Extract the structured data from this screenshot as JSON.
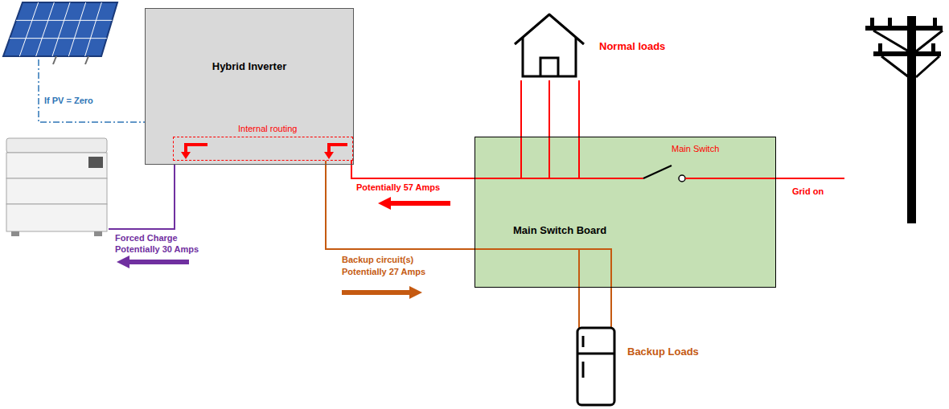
{
  "diagram": {
    "nodes": [
      {
        "text": [
          "Hybrid Inverter"
        ]
      },
      {
        "text": [
          "Internal routing"
        ],
        "in": 0
      },
      {
        "text": [
          "Main Switch Board"
        ]
      }
    ],
    "edges": [
      {
        "from": 1,
        "to": 2,
        "arrow": "none"
      },
      {
        "from": 1,
        "to": 2,
        "arrow": "none"
      }
    ],
    "labels": [
      "If PV = Zero",
      "Forced Charge",
      "Potentially 30 Amps",
      "Backup circuit(s)",
      "Potentially 27 Amps",
      "Potentially 57 Amps",
      "Normal loads",
      "Main Switch",
      "Grid on",
      "Backup Loads"
    ]
  }
}
